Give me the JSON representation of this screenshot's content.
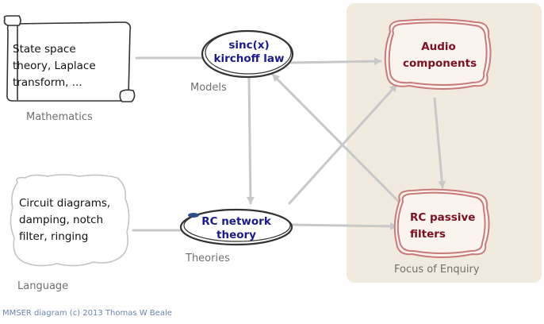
{
  "labels": {
    "mathematics": "Mathematics",
    "language": "Language",
    "models": "Models",
    "theories": "Theories",
    "focus": "Focus of Enquiry"
  },
  "nodes": {
    "mathematics": "State space\ntheory, Laplace\ntransform, ...",
    "language": "Circuit diagrams,\ndamping, notch\nfilter, ringing",
    "models": "sinc(x)\nkirchoff law",
    "theories": "RC network\ntheory",
    "audio": "Audio\ncomponents",
    "filters": "RC passive\nfilters"
  },
  "credit": "MMSER diagram (c) 2013 Thomas W Beale",
  "colors": {
    "focus_panel": "#f1eadf",
    "node_outline": "#333333",
    "focus_outline": "#c87b7b",
    "arrow": "#c8c8c8",
    "model_text": "#1a1a8a",
    "focus_text": "#7a1020"
  }
}
